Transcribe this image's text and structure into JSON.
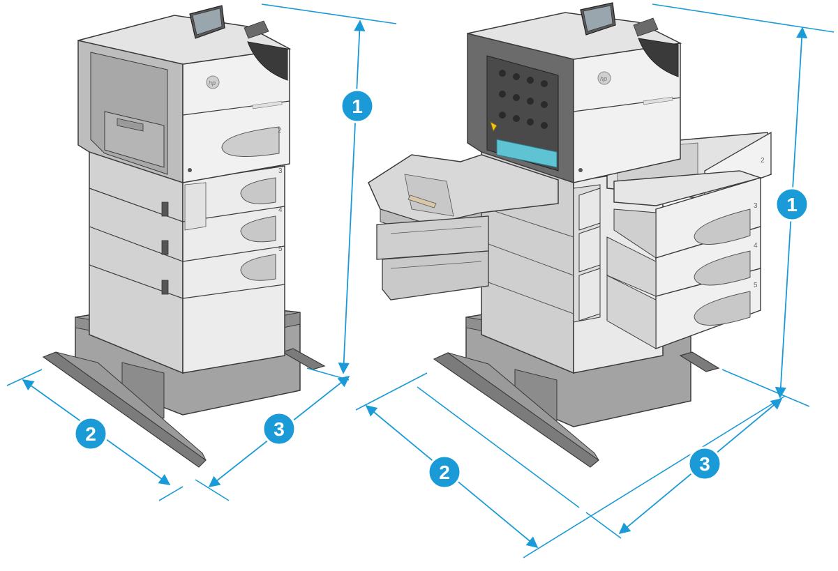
{
  "colors": {
    "dimension_line": "#1a9ad6",
    "callout_fill": "#1a9ad6",
    "callout_text": "#ffffff",
    "printer_body_light": "#efefef",
    "printer_body_mid": "#d8d8d8",
    "printer_body_dark": "#8a8a8a",
    "stand": "#9b9b9b",
    "stand_dark": "#6e6e6e",
    "outline": "#3a3a3a",
    "accent_cyan": "#5fc3d3",
    "warning_yellow": "#f2c319"
  },
  "figures": [
    {
      "name": "closed-configuration",
      "callouts": [
        {
          "id": "height",
          "label": "1"
        },
        {
          "id": "width",
          "label": "2"
        },
        {
          "id": "depth",
          "label": "3"
        }
      ],
      "tray_numbers": [
        "2",
        "3",
        "4",
        "5"
      ],
      "brand_mark": "hp"
    },
    {
      "name": "open-configuration",
      "callouts": [
        {
          "id": "height",
          "label": "1"
        },
        {
          "id": "width",
          "label": "2"
        },
        {
          "id": "depth",
          "label": "3"
        }
      ],
      "tray_numbers": [
        "2",
        "3",
        "4",
        "5"
      ],
      "brand_mark": "hp"
    }
  ]
}
